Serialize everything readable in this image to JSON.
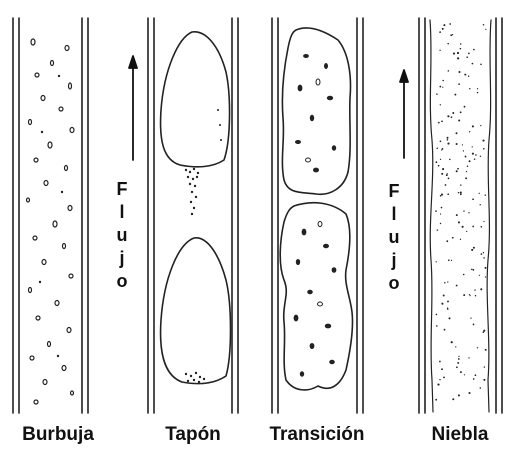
{
  "labels": {
    "bubble": "Burbuja",
    "plug": "Tapón",
    "transition": "Transición",
    "mist": "Niebla"
  },
  "flow_left": [
    "F",
    "l",
    "u",
    "j",
    "o"
  ],
  "flow_right": [
    "F",
    "l",
    "u",
    "j",
    "o"
  ],
  "colors": {
    "ink": "#111111",
    "background": "#ffffff"
  }
}
